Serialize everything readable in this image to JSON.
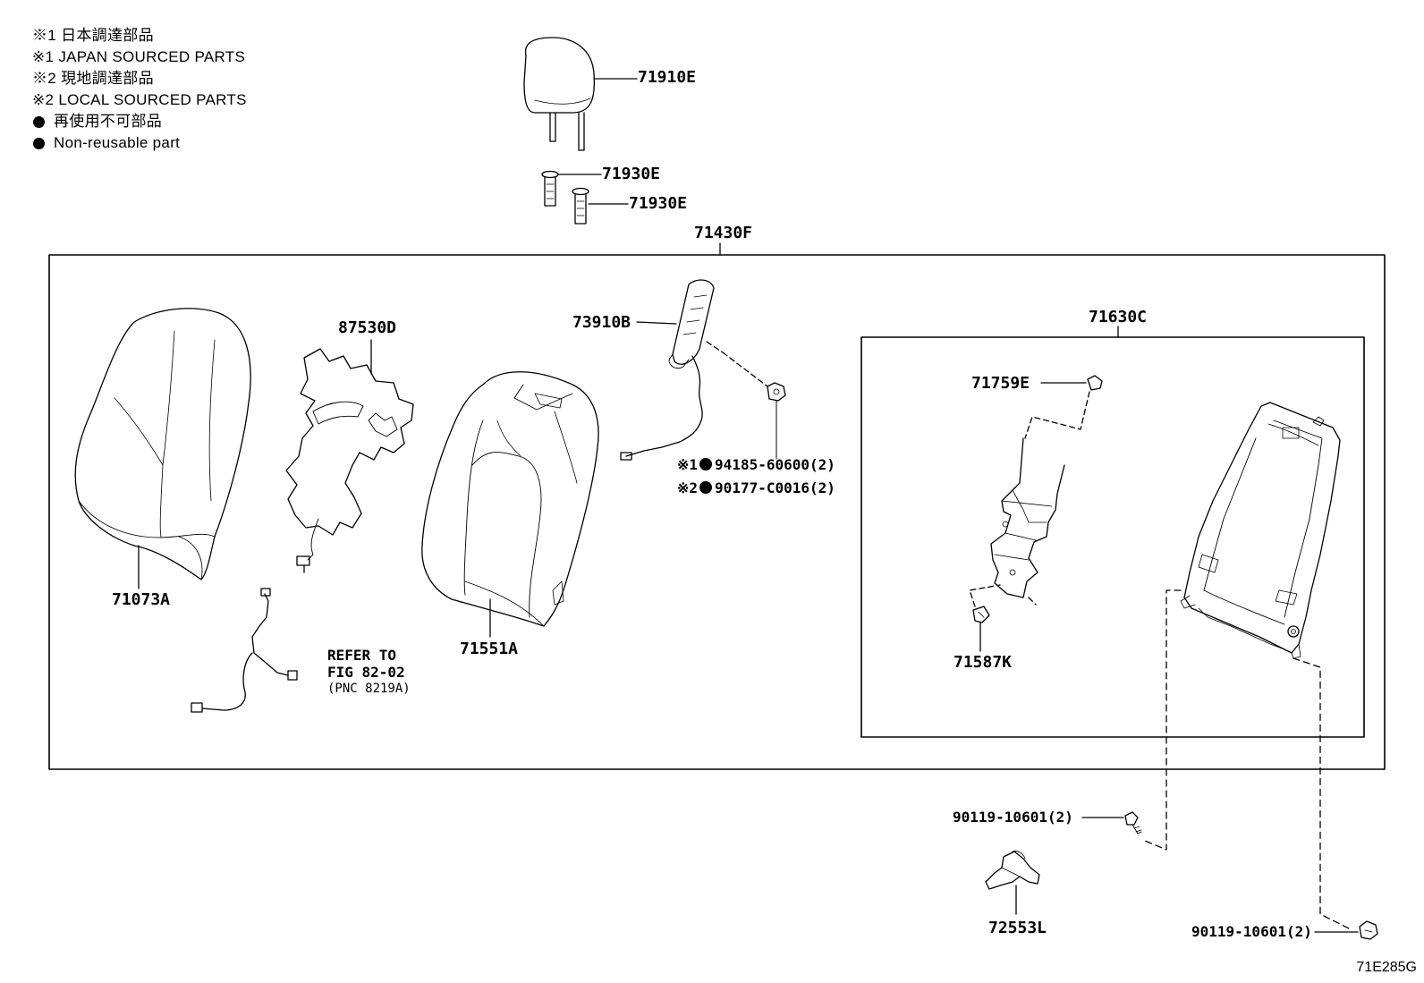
{
  "legend": [
    {
      "text": "※1 日本調達部品",
      "bullet": false
    },
    {
      "text": "※1 JAPAN SOURCED PARTS",
      "bullet": false
    },
    {
      "text": "※2 現地調達部品",
      "bullet": false
    },
    {
      "text": "※2 LOCAL SOURCED PARTS",
      "bullet": false
    },
    {
      "text": "再使用不可部品",
      "bullet": true
    },
    {
      "text": "Non-reusable part",
      "bullet": true
    }
  ],
  "parts": {
    "p71910E": "71910E",
    "p71930E_a": "71930E",
    "p71930E_b": "71930E",
    "p71430F": "71430F",
    "p87530D": "87530D",
    "p73910B": "73910B",
    "p71630C": "71630C",
    "p71759E": "71759E",
    "p71073A": "71073A",
    "p71551A": "71551A",
    "p71587K": "71587K",
    "p72553L": "72553L",
    "p94185_prefix": "※1",
    "p94185": "94185-60600(2)",
    "p90177_prefix": "※2",
    "p90177": "90177-C0016(2)",
    "p90119_a": "90119-10601(2)",
    "p90119_b": "90119-10601(2)"
  },
  "refer": {
    "line1": "REFER TO",
    "line2": "FIG 82-02",
    "line3": "(PNC 8219A)"
  },
  "illustration_code": "71E285G"
}
